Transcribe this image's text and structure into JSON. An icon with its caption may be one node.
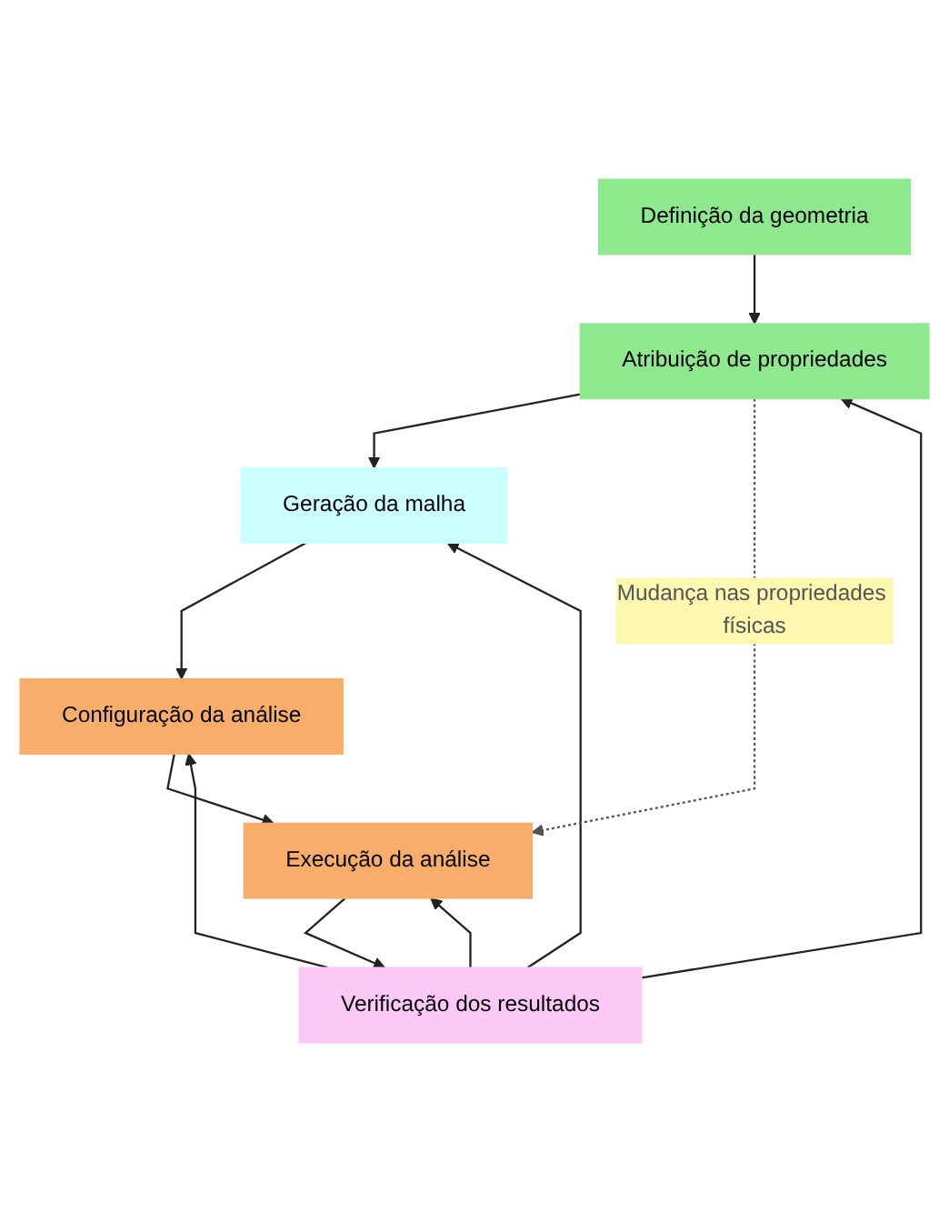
{
  "diagram": {
    "nodes": [
      {
        "text": [
          "Definição da geometria"
        ]
      },
      {
        "text": [
          "Atribuição de propriedades"
        ]
      },
      {
        "text": [
          "Geração da malha"
        ]
      },
      {
        "text": [
          "Configuração da análise"
        ]
      },
      {
        "text": [
          "Execução da análise"
        ]
      },
      {
        "text": [
          "Verificação dos resultados"
        ]
      }
    ],
    "edges": [
      {
        "from": 0,
        "to": 1,
        "arrow": "to"
      },
      {
        "from": 1,
        "to": 2,
        "arrow": "to"
      },
      {
        "from": 2,
        "to": 3,
        "arrow": "to"
      },
      {
        "from": 3,
        "to": 4,
        "arrow": "to"
      },
      {
        "from": 4,
        "to": 5,
        "arrow": "to"
      },
      {
        "from": 5,
        "to": 1,
        "arrow": "to"
      },
      {
        "from": 5,
        "to": 2,
        "arrow": "to"
      },
      {
        "from": 5,
        "to": 3,
        "arrow": "to"
      },
      {
        "from": 5,
        "to": 4,
        "arrow": "to"
      },
      {
        "from": 1,
        "to": 4,
        "arrow": "to",
        "style": "dashed",
        "label": "Mudança nas propriedades físicas",
        "color": "#555555"
      }
    ]
  }
}
